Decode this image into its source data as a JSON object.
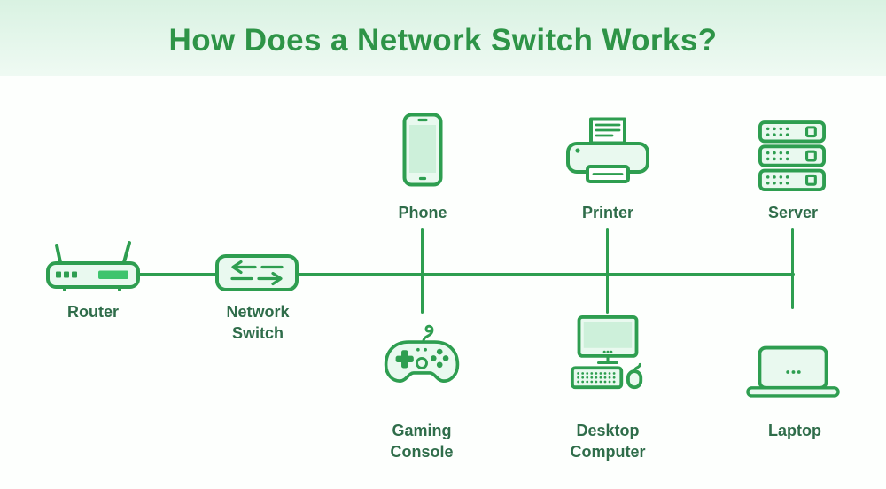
{
  "title": "How Does a Network Switch Works?",
  "colors": {
    "accent": "#2e9e50",
    "title": "#2e9447",
    "label": "#2f6d4a",
    "band1": "#d9f2e2",
    "band2": "#effaf3",
    "fill": "#e9f9ef",
    "fillMid": "#cdf0da",
    "bright": "#3ec46d"
  },
  "nodes": {
    "router": {
      "label": "Router",
      "icon": "router-icon"
    },
    "network_switch": {
      "label": "Network Switch",
      "icon": "network-switch-icon"
    },
    "phone": {
      "label": "Phone",
      "icon": "smartphone-icon"
    },
    "printer": {
      "label": "Printer",
      "icon": "printer-icon"
    },
    "server": {
      "label": "Server",
      "icon": "server-rack-icon"
    },
    "gaming_console": {
      "label": "Gaming Console",
      "icon": "gamepad-icon"
    },
    "desktop_computer": {
      "label": "Desktop Computer",
      "icon": "desktop-computer-icon"
    },
    "laptop": {
      "label": "Laptop",
      "icon": "laptop-icon"
    }
  }
}
